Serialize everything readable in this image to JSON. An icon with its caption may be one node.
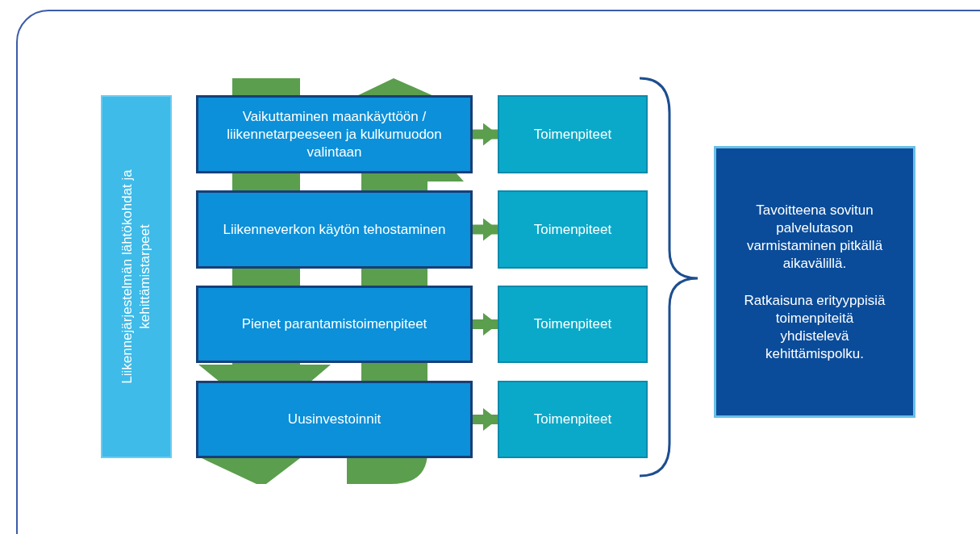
{
  "diagram": {
    "nodes": [
      {
        "text": [
          "Liikennejärjestelmän lähtökohdat ja kehittämistarpeet"
        ]
      },
      {
        "text": [
          "Vaikuttaminen maankäyttöön / liikennetarpeeseen ja kulkumuodon valintaan"
        ]
      },
      {
        "text": [
          "Liikenneverkon käytön tehostaminen"
        ]
      },
      {
        "text": [
          "Pienet parantamistoimenpiteet"
        ]
      },
      {
        "text": [
          "Uusinvestoinnit"
        ]
      },
      {
        "text": [
          "Toimenpiteet"
        ]
      },
      {
        "text": [
          "Toimenpiteet"
        ]
      },
      {
        "text": [
          "Toimenpiteet"
        ]
      },
      {
        "text": [
          "Toimenpiteet"
        ]
      },
      {
        "text": [
          "Tavoitteena sovitun palvelutason varmistaminen pitkällä aikavälillä.",
          "Ratkaisuna erityyppisiä toimenpiteitä yhdistelevä kehittämispolku."
        ]
      }
    ],
    "edges": [
      {
        "from": 1,
        "to": 5,
        "arrow": "to"
      },
      {
        "from": 2,
        "to": 6,
        "arrow": "to"
      },
      {
        "from": 3,
        "to": 7,
        "arrow": "to"
      },
      {
        "from": 4,
        "to": 8,
        "arrow": "to"
      }
    ]
  }
}
